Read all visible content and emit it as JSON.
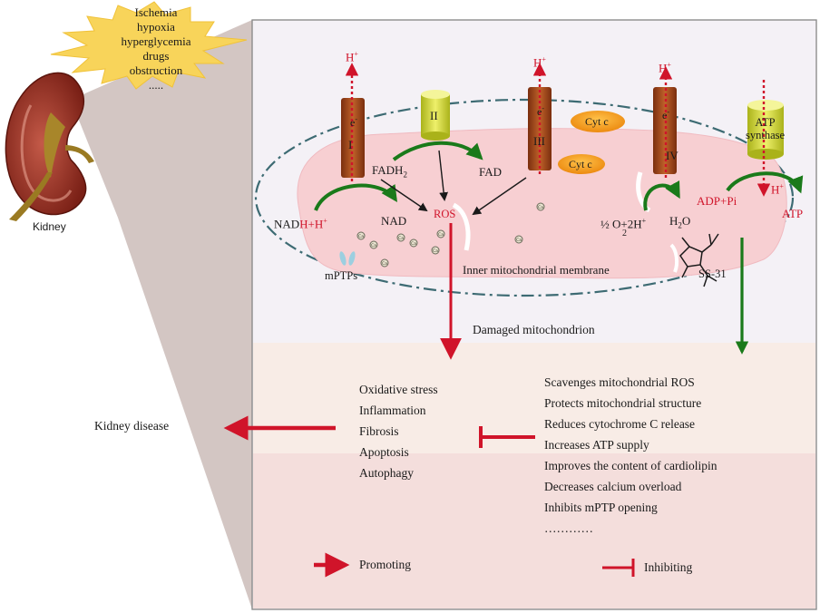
{
  "causes": [
    "Ischemia",
    "hypoxia",
    "hyperglycemia",
    "drugs",
    "obstruction",
    "....."
  ],
  "kidney_label": "Kidney",
  "disease_label": "Kidney disease",
  "complexes": {
    "I": "I",
    "II": "II",
    "III": "III",
    "IV": "IV",
    "atp_synthase": [
      "ATP",
      "synthase"
    ]
  },
  "proton": "H",
  "proton_sup": "+",
  "electron": "e",
  "electron_sup": "-",
  "cyt_c": "Cyt c",
  "nadh": {
    "nad": "NAD",
    "hplus": "H+H",
    "sup": "+"
  },
  "nad_label": "NAD",
  "fadh2": {
    "main": "FADH",
    "sub": "2"
  },
  "fad_label": "FAD",
  "ros_label": "ROS",
  "water_reaction": {
    "half": "½ O",
    "plus": "+2H",
    "sup": "+",
    "sub": "2"
  },
  "water": {
    "main": "H",
    "sub": "2",
    "rest": "O"
  },
  "adp_label": "ADP+Pi",
  "atp_label": "ATP",
  "mptp_label": "mPTPs",
  "inner_membrane_label": "Inner mitochondrial membrane",
  "ss31_label": "SS-31",
  "ca_label": "Ca",
  "damaged_label": "Damaged mitochondrion",
  "effects": [
    "Oxidative stress",
    "Inflammation",
    "Fibrosis",
    "Apoptosis",
    "Autophagy"
  ],
  "ss31_effects": [
    "Scavenges mitochondrial ROS",
    "Protects mitochondrial structure",
    "Reduces cytochrome C release",
    "Increases ATP supply",
    "Improves the content of cardiolipin",
    "Decreases calcium overload",
    "Inhibits mPTP opening",
    "…………"
  ],
  "legend": {
    "promoting": "Promoting",
    "inhibiting": "Inhibiting"
  },
  "colors": {
    "red": "#d0142a",
    "green": "#1a7a1a",
    "mito": "#f7cfd2",
    "complex": "#a0421a",
    "cyt": "#f29a1c",
    "cii": "#d6dd2a"
  }
}
